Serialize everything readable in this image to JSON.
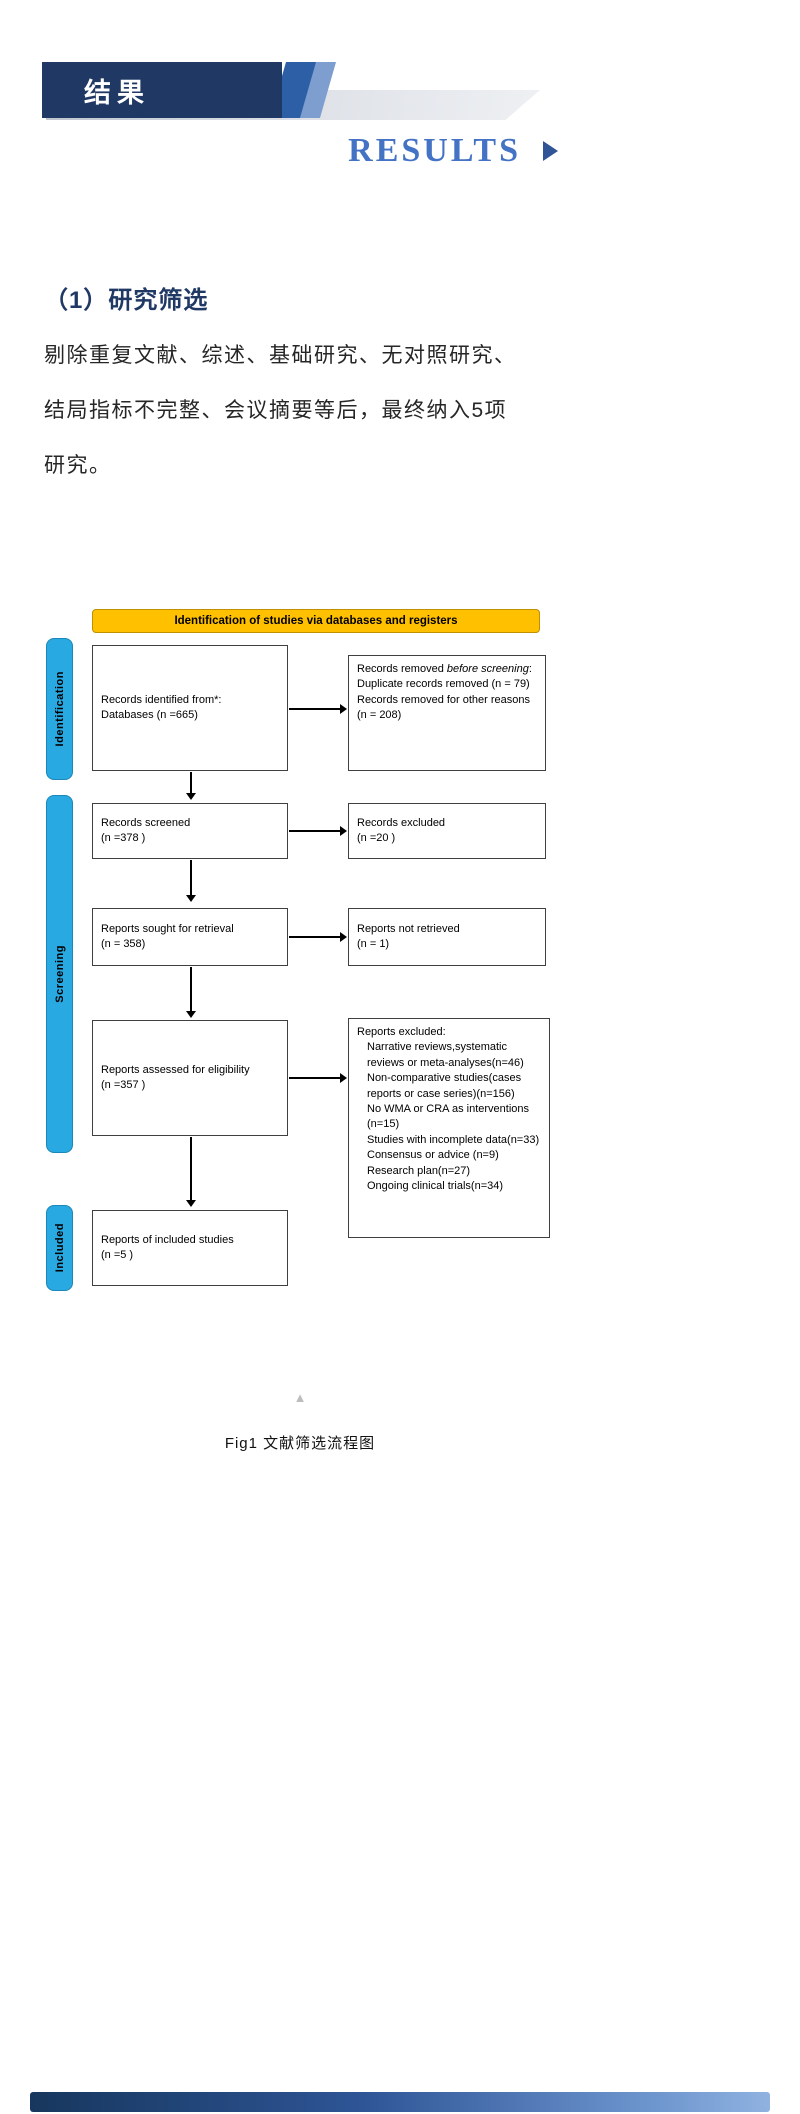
{
  "colors": {
    "banner_navy": "#1f3864",
    "results_blue": "#4472c4",
    "flow_stage_blue": "#29a9e1",
    "flow_header_yellow": "#ffc000"
  },
  "banner": {
    "title": "结果"
  },
  "results": {
    "label": "RESULTS"
  },
  "section": {
    "heading": "（1）研究筛选",
    "body_lines": [
      "剔除重复文献、综述、基础研究、无对照研究、",
      "结局指标不完整、会议摘要等后，最终纳入5项",
      "研究。"
    ]
  },
  "flowchart": {
    "header": "Identification of studies via databases and registers",
    "stage_labels": [
      "Identification",
      "Screening",
      "Included"
    ],
    "boxes": {
      "records_identified": {
        "lines": [
          "Records identified from*:",
          "Databases (n =665)"
        ]
      },
      "records_removed": {
        "lead": "Records removed ",
        "lead_italic": "before screening",
        "lead_suffix": ":",
        "items": [
          "Duplicate records removed  (n = 79)",
          "Records removed for other reasons (n = 208)"
        ]
      },
      "records_screened": {
        "lines": [
          "Records screened",
          "(n =378 )"
        ]
      },
      "records_excluded": {
        "lines": [
          "Records excluded",
          "(n =20 )"
        ]
      },
      "reports_sought": {
        "lines": [
          "Reports sought for retrieval",
          "(n = 358)"
        ]
      },
      "reports_not_retrieved": {
        "lines": [
          "Reports not retrieved",
          "(n = 1)"
        ]
      },
      "reports_assessed": {
        "lines": [
          "Reports assessed for eligibility",
          "(n =357 )"
        ]
      },
      "reports_excluded": {
        "header": "Reports excluded:",
        "items": [
          "Narrative reviews,systematic reviews or meta-analyses(n=46)",
          "Non-comparative studies(cases reports or case series)(n=156)",
          "No WMA or CRA as interventions (n=15)",
          "Studies with incomplete data(n=33)",
          "Consensus or advice (n=9)",
          "Research plan(n=27)",
          "Ongoing clinical trials(n=34)"
        ]
      },
      "included_studies": {
        "lines": [
          "Reports of included studies",
          "(n =5 )"
        ]
      }
    }
  },
  "footer": {
    "collapse_glyph": "▲",
    "caption": "Fig1 文献筛选流程图"
  }
}
